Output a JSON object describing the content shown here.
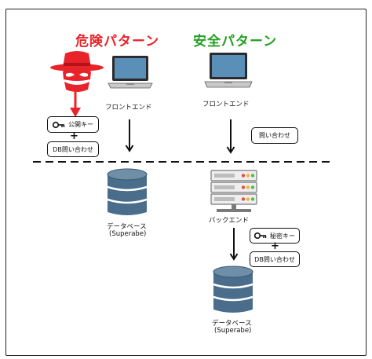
{
  "danger": {
    "title": "危険パターン",
    "frontend_label": "フロントエンド",
    "key_label": "公開キー",
    "plus": "+",
    "db_query_label": "DB問い合わせ",
    "db_label": "データベース",
    "db_sub": "(Superabe)"
  },
  "safe": {
    "title": "安全パターン",
    "frontend_label": "フロントエンド",
    "query_label": "問い合わせ",
    "backend_label": "バックエンド",
    "key_label": "秘密キー",
    "plus": "+",
    "db_query_label": "DB問い合わせ",
    "db_label": "データベース",
    "db_sub": "(Superabe)"
  },
  "colors": {
    "danger": "#e8232a",
    "safe": "#22a022",
    "db": "#4a6d8c",
    "laptop_screen": "#5a8fb8"
  },
  "icons": [
    "hacker-icon",
    "laptop-icon",
    "key-icon",
    "database-icon",
    "server-icon"
  ]
}
